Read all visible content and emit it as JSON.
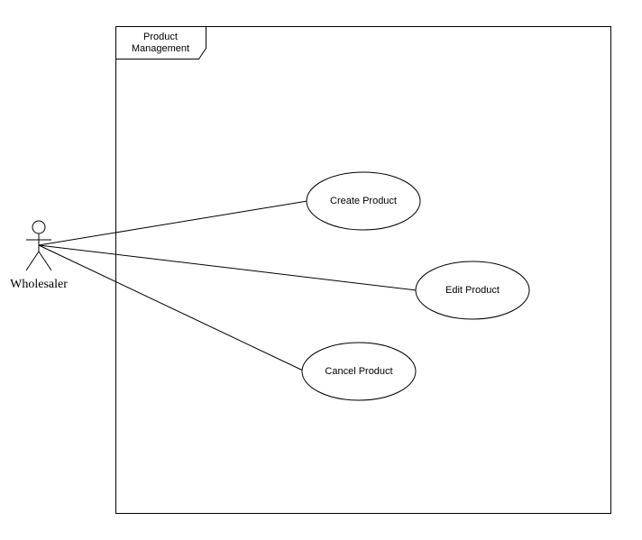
{
  "frame": {
    "label_line1": "Product",
    "label_line2": "Management"
  },
  "actor": {
    "name": "Wholesaler"
  },
  "use_cases": [
    {
      "label": "Create Product"
    },
    {
      "label": "Edit Product"
    },
    {
      "label": "Cancel Product"
    }
  ],
  "colors": {
    "stroke": "#000000",
    "background": "#ffffff"
  }
}
